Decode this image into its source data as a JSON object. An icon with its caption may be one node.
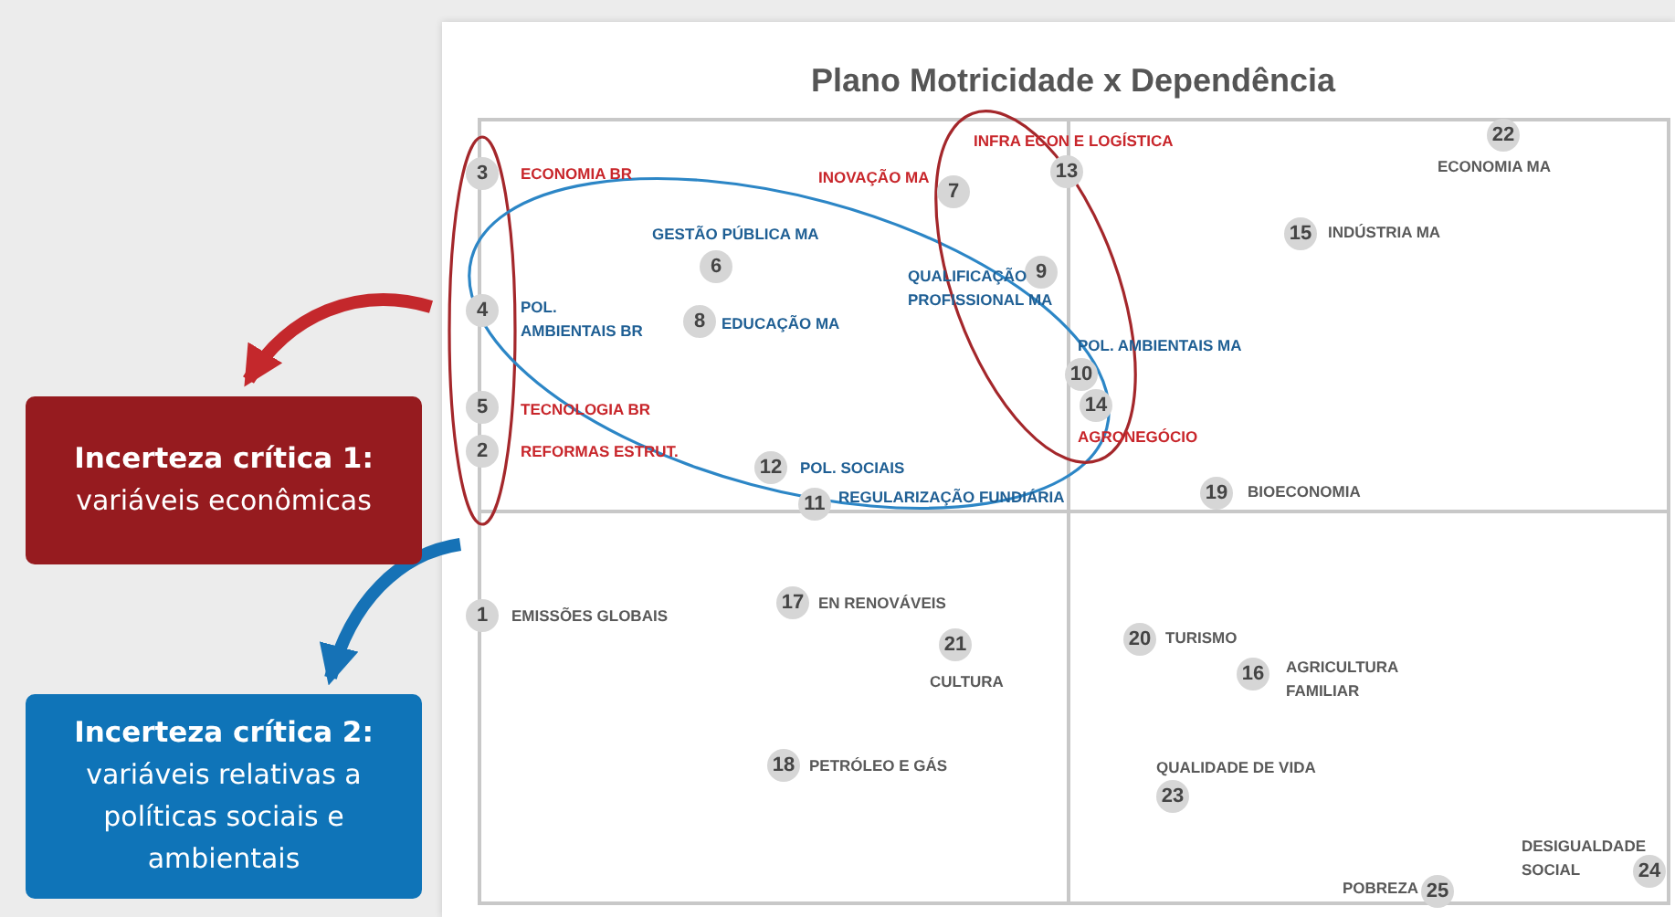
{
  "diagram": {
    "title": "Plano Motricidade x Dependência",
    "nodes": [
      {
        "text": [
          "22"
        ],
        "beside": [
          "ECONOMIA MA"
        ]
      },
      {
        "text": [
          "3"
        ],
        "beside": [
          "ECONOMIA BR"
        ]
      },
      {
        "text": [
          "13"
        ],
        "beside": [
          "INFRA ECON E LOGÍSTICA"
        ]
      },
      {
        "text": [
          "7"
        ],
        "beside": [
          "INOVAÇÃO MA"
        ]
      },
      {
        "text": [
          "15"
        ],
        "beside": [
          "INDÚSTRIA MA"
        ]
      },
      {
        "text": [
          "6"
        ],
        "beside": [
          "GESTÃO PÚBLICA MA"
        ]
      },
      {
        "text": [
          "9"
        ],
        "beside": [
          "QUALIFICAÇÃO PROFISSIONAL MA"
        ]
      },
      {
        "text": [
          "4"
        ],
        "beside": [
          "POL. AMBIENTAIS BR"
        ]
      },
      {
        "text": [
          "8"
        ],
        "beside": [
          "EDUCAÇÃO MA"
        ]
      },
      {
        "text": [
          "10"
        ],
        "beside": [
          "POL. AMBIENTAIS MA"
        ]
      },
      {
        "text": [
          "14"
        ],
        "beside": [
          "AGRONEGÓCIO"
        ]
      },
      {
        "text": [
          "5"
        ],
        "beside": [
          "TECNOLOGIA BR"
        ]
      },
      {
        "text": [
          "2"
        ],
        "beside": [
          "REFORMAS ESTRUT."
        ]
      },
      {
        "text": [
          "12"
        ],
        "beside": [
          "POL. SOCIAIS"
        ]
      },
      {
        "text": [
          "19"
        ],
        "beside": [
          "BIOECONOMIA"
        ]
      },
      {
        "text": [
          "11"
        ],
        "beside": [
          "REGULARIZAÇÃO FUNDIÁRIA"
        ]
      },
      {
        "text": [
          "17"
        ],
        "beside": [
          "EN RENOVÁVEIS"
        ]
      },
      {
        "text": [
          "1"
        ],
        "beside": [
          "EMISSÕES GLOBAIS"
        ]
      },
      {
        "text": [
          "20"
        ],
        "beside": [
          "TURISMO"
        ]
      },
      {
        "text": [
          "21"
        ],
        "beside": [
          "CULTURA"
        ]
      },
      {
        "text": [
          "16"
        ],
        "beside": [
          "AGRICULTURA FAMILIAR"
        ]
      },
      {
        "text": [
          "18"
        ],
        "beside": [
          "PETRÓLEO E GÁS"
        ]
      },
      {
        "text": [
          "23"
        ],
        "beside": [
          "QUALIDADE DE VIDA"
        ]
      },
      {
        "text": [
          "24"
        ],
        "beside": [
          "DESIGUALDADE SOCIAL"
        ]
      },
      {
        "text": [
          "25"
        ],
        "beside": [
          "POBREZA"
        ]
      },
      {
        "text": [
          "Incerteza crítica 1:",
          "variáveis econômicas"
        ]
      },
      {
        "text": [
          "Incerteza crítica 2:",
          "variáveis relativas a políticas sociais e ambientais"
        ]
      }
    ],
    "edges": [
      {
        "from": null,
        "to": 25,
        "arrow": "to",
        "color": "#c4282c"
      },
      {
        "from": null,
        "to": 26,
        "arrow": "to",
        "color": "#1672b6"
      }
    ]
  }
}
